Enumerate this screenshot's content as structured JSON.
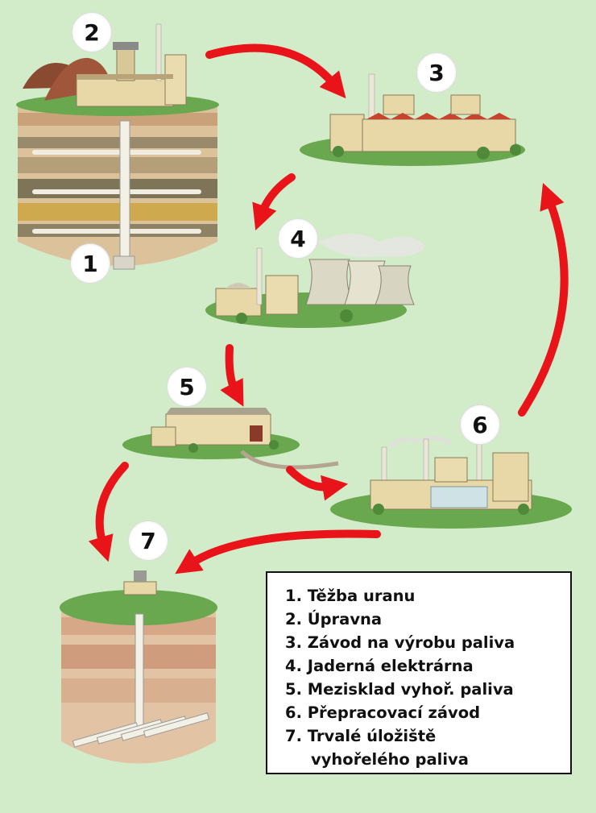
{
  "steps": [
    {
      "number": "1",
      "label": "1. Těžba uranu"
    },
    {
      "number": "2",
      "label": "2. Úpravna"
    },
    {
      "number": "3",
      "label": "3. Závod na výrobu paliva"
    },
    {
      "number": "4",
      "label": "4. Jaderná elektrárna"
    },
    {
      "number": "5",
      "label": "5. Mezisklad vyhoř. paliva"
    },
    {
      "number": "6",
      "label": "6. Přepracovací závod"
    },
    {
      "number": "7",
      "label": "7. Trvalé úložiště",
      "label_cont": "vyhořelého paliva"
    }
  ],
  "colors": {
    "background": "#d2ebc8",
    "arrow": "#e8141a",
    "grass": "#6aa84f",
    "building": "#e8d8a8",
    "roof": "#c8432b",
    "soil": "#d9b88a"
  }
}
